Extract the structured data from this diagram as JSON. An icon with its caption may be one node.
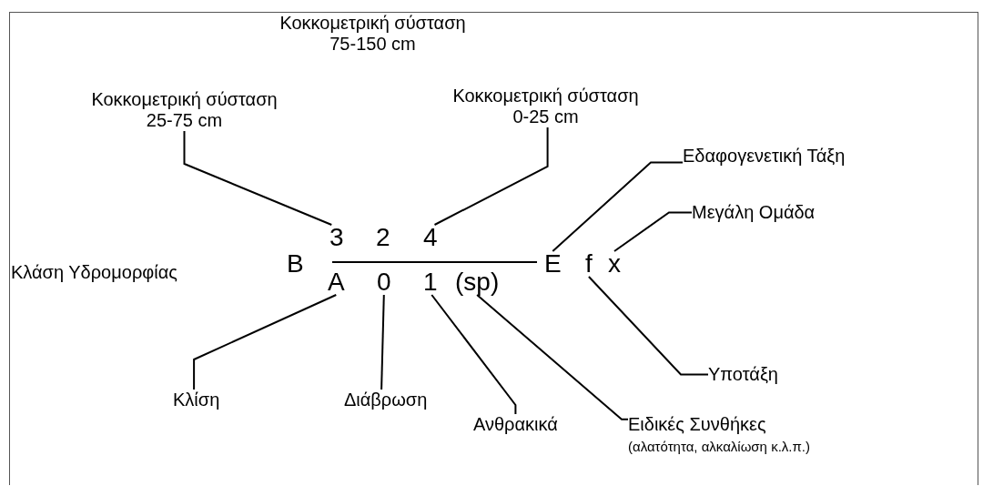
{
  "diagram": {
    "nodes": [
      {
        "text": [
          "Κοκκομετρική σύσταση 25-75 cm"
        ]
      },
      {
        "text": [
          "Κοκκομετρική σύσταση 0-25 cm"
        ]
      },
      {
        "text": [
          "Εδαφογενετική Τάξη"
        ]
      },
      {
        "text": [
          "Μεγάλη Ομάδα"
        ]
      },
      {
        "text": [
          "3"
        ]
      },
      {
        "text": [
          "4"
        ]
      },
      {
        "text": [
          "E"
        ]
      },
      {
        "text": [
          "x"
        ]
      },
      {
        "text": [
          "A"
        ]
      },
      {
        "text": [
          "0"
        ]
      },
      {
        "text": [
          "1"
        ]
      },
      {
        "text": [
          "(sp)"
        ]
      },
      {
        "text": [
          "f"
        ]
      },
      {
        "text": [
          "Κλίση"
        ]
      },
      {
        "text": [
          "Διάβρωση"
        ]
      },
      {
        "text": [
          "Ανθρακικά"
        ]
      },
      {
        "text": [
          "Ειδικές Συνθήκες",
          "(αλατότητα, αλκαλίωση κ.λ.π.)"
        ]
      },
      {
        "text": [
          "Υποτάξη"
        ]
      }
    ],
    "edges": [
      {
        "from": 0,
        "to": 4,
        "arrow": "none"
      },
      {
        "from": 1,
        "to": 5,
        "arrow": "none"
      },
      {
        "from": 2,
        "to": 6,
        "arrow": "none"
      },
      {
        "from": 3,
        "to": 7,
        "arrow": "none"
      },
      {
        "from": 8,
        "to": 13,
        "arrow": "none"
      },
      {
        "from": 9,
        "to": 14,
        "arrow": "none"
      },
      {
        "from": 10,
        "to": 15,
        "arrow": "none"
      },
      {
        "from": 11,
        "to": 16,
        "arrow": "none"
      },
      {
        "from": 12,
        "to": 17,
        "arrow": "none"
      }
    ],
    "labels": [
      "Κοκκομετρική σύσταση 75-150 cm",
      "2",
      "Κλάση Υδρομορφίας",
      "B"
    ]
  }
}
